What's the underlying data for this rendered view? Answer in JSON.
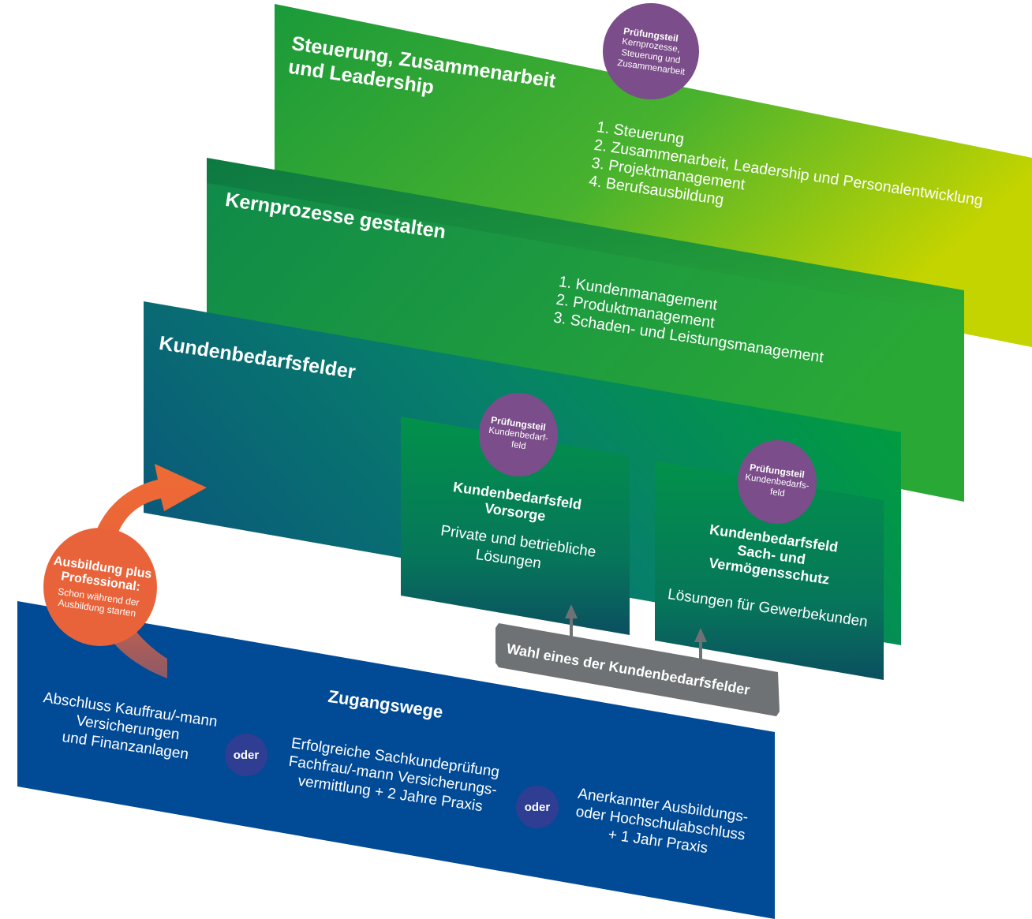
{
  "levels": {
    "steuerung": {
      "title_line1": "Steuerung, Zusammenarbeit",
      "title_line2": "und Leadership",
      "items": [
        "1. Steuerung",
        "2. Zusammenarbeit, Leadership und Personalentwicklung",
        "3. Projektmanagement",
        "4. Berufsausbildung"
      ],
      "badge": {
        "title": "Prüfungsteil",
        "line1": "Kernprozesse,",
        "line2": "Steuerung und",
        "line3": "Zusammenarbeit"
      }
    },
    "kernprozesse": {
      "title": "Kernprozesse gestalten",
      "items": [
        "1. Kundenmanagement",
        "2. Produktmanagement",
        "3. Schaden- und Leistungsmanagement"
      ]
    },
    "kundenbedarfsfelder": {
      "title": "Kundenbedarfsfelder"
    }
  },
  "fields": {
    "vorsorge": {
      "badge_title": "Prüfungsteil",
      "badge_line1": "Kundenbedarf-",
      "badge_line2": "feld",
      "title_line1": "Kundenbedarfsfeld",
      "title_line2": "Vorsorge",
      "desc_line1": "Private und betriebliche",
      "desc_line2": "Lösungen"
    },
    "sach": {
      "badge_title": "Prüfungsteil",
      "badge_line1": "Kundenbedarfs-",
      "badge_line2": "feld",
      "title_line1": "Kundenbedarfsfeld",
      "title_line2": "Sach- und",
      "title_line3": "Vermögensschutz",
      "desc": "Lösungen für Gewerbekunden"
    }
  },
  "wahl_label": "Wahl eines der Kundenbedarfsfelder",
  "ausbildung": {
    "title_line1": "Ausbildung plus",
    "title_line2": "Professional:",
    "sub_line1": "Schon während der",
    "sub_line2": "Ausbildung starten"
  },
  "zugangswege": {
    "title": "Zugangswege",
    "option1": [
      "Abschluss Kauffrau/-mann",
      "Versicherungen",
      "und Finanzanlagen"
    ],
    "option2": [
      "Erfolgreiche Sachkundeprüfung",
      "Fachfrau/-mann Versicherungs-",
      "vermittlung + 2 Jahre Praxis"
    ],
    "option3": [
      "Anerkannter Ausbildungs-",
      "oder Hochschulabschluss",
      "+ 1 Jahr Praxis"
    ],
    "oder": "oder"
  },
  "colors": {
    "steuerung_start": "#1a9a3a",
    "steuerung_end": "#c3d400",
    "kern_start": "#0f8a4a",
    "kern_end": "#2aa836",
    "kunden_start": "#0a5a7a",
    "kunden_end": "#00a03a",
    "zugang": "#004a96",
    "badge": "#7b4d8a",
    "arrow": "#e9633a",
    "wahl": "#6e7274",
    "oder": "#2f3e92"
  }
}
